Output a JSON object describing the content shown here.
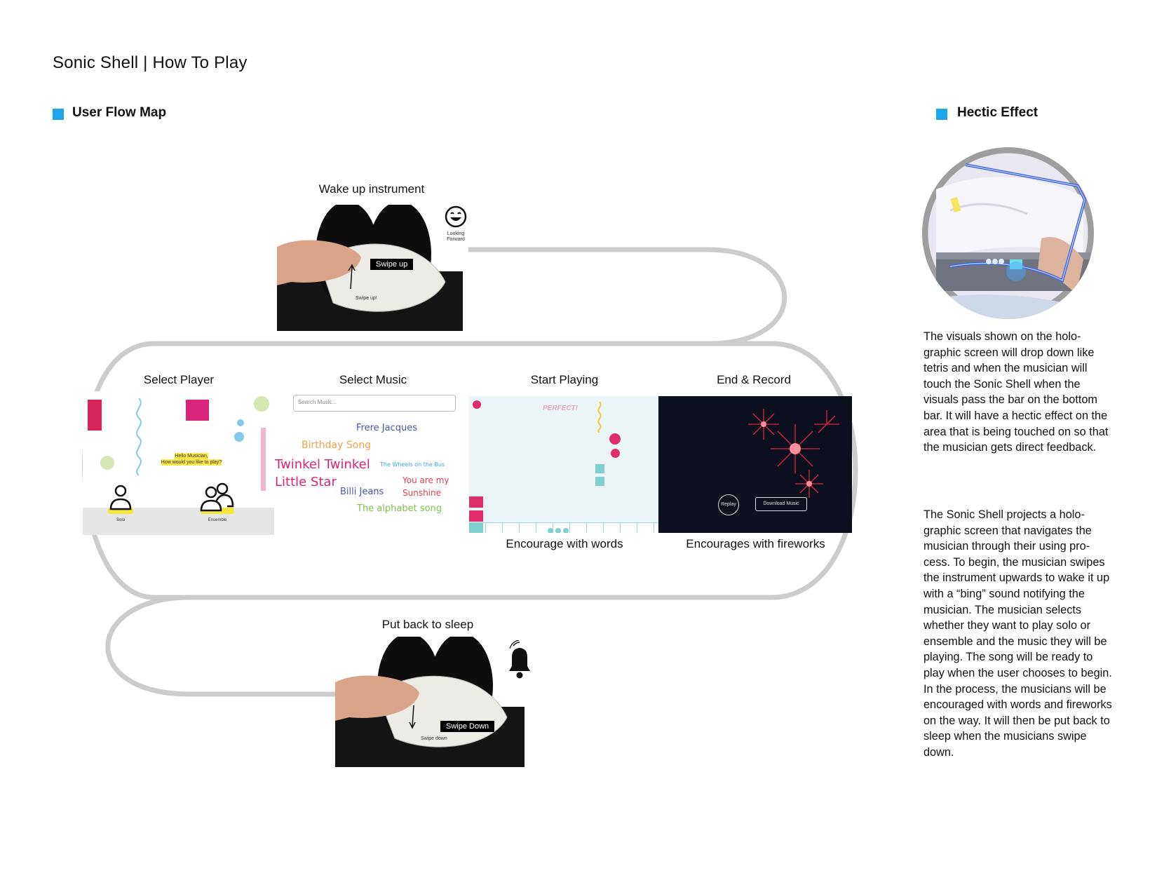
{
  "page_title": "Sonic Shell | How To Play",
  "sections": {
    "flow": {
      "title": "User Flow Map"
    },
    "hectic": {
      "title": "Hectic Effect"
    }
  },
  "accent_color": "#1aa6e8",
  "path_color": "#cccccc",
  "flow": {
    "wake": {
      "label": "Wake up instrument",
      "swipe_label": "Swipe up",
      "small_text": "Swipe up!",
      "emoji_caption_1": "Looking",
      "emoji_caption_2": "Forward",
      "icon": "smiley-face-icon"
    },
    "select_player": {
      "label": "Select Player",
      "greeting_1": "Hello Musician,",
      "greeting_2": "How would you like to play?",
      "solo": "Solo",
      "ensemble": "Ensemble"
    },
    "select_music": {
      "label": "Select Music",
      "search_placeholder": "Search Music...",
      "songs": {
        "frere": "Frere Jacques",
        "birthday": "Birthday Song",
        "twinkel_1": "Twinkel Twinkel",
        "twinkel_2": "Little Star",
        "wheels": "The Wheels on the Bus",
        "billi": "Billi Jeans",
        "sunshine_1": "You are my",
        "sunshine_2": "Sunshine",
        "alphabet": "The alphabet song"
      }
    },
    "start_playing": {
      "label": "Start Playing",
      "feedback": "PERFECT!",
      "caption": "Encourage with words"
    },
    "end_record": {
      "label": "End & Record",
      "replay": "Replay",
      "download": "Download Music",
      "caption": "Encourages with fireworks"
    },
    "sleep": {
      "label": "Put back to sleep",
      "swipe_label": "Swipe Down",
      "small_text": "Swipe down",
      "icon": "bell-icon"
    }
  },
  "hectic": {
    "paragraph_1": "The visuals shown on the holo-graphic screen will drop down like tetris and when the musician will touch the Sonic Shell when the visuals pass the bar on the bottom bar.  It will have a hectic effect on the area that is being touched on so that the musician gets direct feedback.",
    "paragraph_2": "The Sonic Shell projects a holo-graphic screen that navigates the musician through their using pro-cess.  To begin, the musician swipes the instrument upwards to wake it up with a “bing” sound notifying the musician. The musician selects whether they want to play solo or ensemble and the music they will be playing. The song will be ready to play when the user chooses to begin. In the process, the musicians will be encouraged with words and fireworks on the way. It will then be put back to sleep when the musicians swipe down."
  }
}
